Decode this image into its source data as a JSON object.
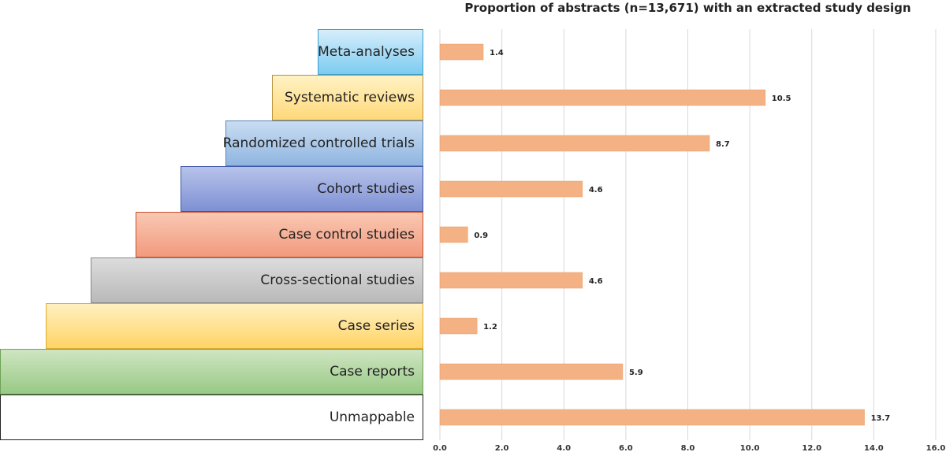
{
  "chart_data": {
    "type": "bar",
    "orientation": "horizontal",
    "title": "Proportion of abstracts (n=13,671) with an extracted study design",
    "categories": [
      "Meta-analyses",
      "Systematic reviews",
      "Randomized controlled trials",
      "Cohort studies",
      "Case control studies",
      "Cross-sectional studies",
      "Case series",
      "Case reports",
      "Unmappable"
    ],
    "values": [
      1.4,
      10.5,
      8.7,
      4.6,
      0.9,
      4.6,
      1.2,
      5.9,
      13.7
    ],
    "value_labels": [
      "1.4",
      "10.5",
      "8.7",
      "4.6",
      "0.9",
      "4.6",
      "1.2",
      "5.9",
      "13.7"
    ],
    "xlim": [
      0,
      16
    ],
    "xticks": [
      "0.0",
      "2.0",
      "4.0",
      "6.0",
      "8.0",
      "10.0",
      "12.0",
      "14.0",
      "16.0"
    ],
    "grid": true,
    "bar_color": "#F4B183",
    "category_colors": [
      {
        "top": "#D6EEFB",
        "bottom": "#7CCBF0",
        "border": "#3AA0D0"
      },
      {
        "top": "#FFF2C4",
        "bottom": "#FFD97A",
        "border": "#B8913A"
      },
      {
        "top": "#C9DDF2",
        "bottom": "#8FB5E0",
        "border": "#5A86B8"
      },
      {
        "top": "#B7C3EA",
        "bottom": "#7E90D4",
        "border": "#3E56A8"
      },
      {
        "top": "#F9C8B3",
        "bottom": "#F29A7E",
        "border": "#C8502E"
      },
      {
        "top": "#DCDCDC",
        "bottom": "#B9B9B9",
        "border": "#888888"
      },
      {
        "top": "#FFF0C0",
        "bottom": "#FFD466",
        "border": "#E0AA30"
      },
      {
        "top": "#CFE5C2",
        "bottom": "#98C985",
        "border": "#6EA357"
      },
      {
        "top": "#FFFFFF",
        "bottom": "#FFFFFF",
        "border": "#222222"
      }
    ]
  }
}
